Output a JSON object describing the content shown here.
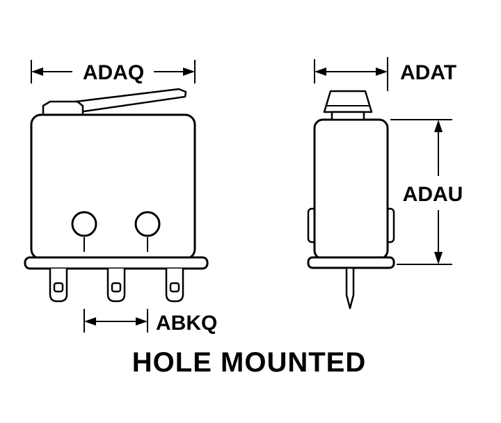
{
  "diagram": {
    "type": "technical-drawing",
    "caption": "HOLE MOUNTED",
    "dimension_labels": {
      "width_front": "ADAQ",
      "width_side": "ADAT",
      "height_side": "ADAU",
      "hole_spacing": "ABKQ"
    },
    "colors": {
      "line": "#000000",
      "background": "#ffffff"
    }
  }
}
